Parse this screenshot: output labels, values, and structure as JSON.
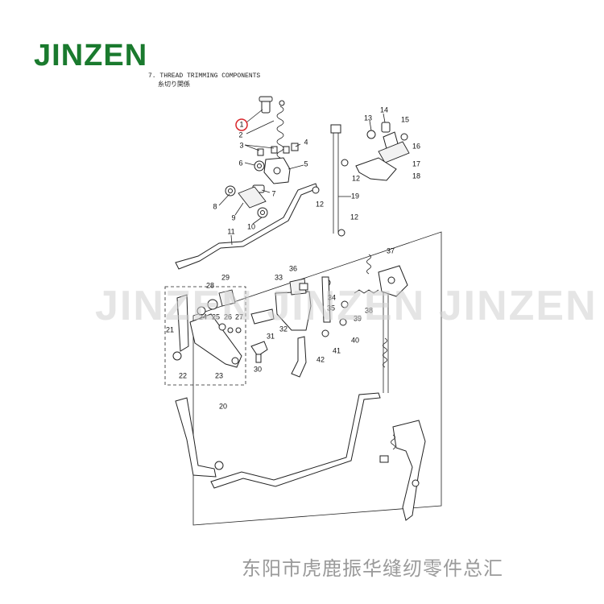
{
  "logo": {
    "text": "JINZEN",
    "color": "#1a7a2e"
  },
  "header": {
    "title_en": "7.  THREAD TRIMMING COMPONENTS",
    "title_jp": "糸切り関係"
  },
  "watermark": {
    "text": "JINZEN JINZEN JINZEN",
    "color": "#d0d0d0"
  },
  "footer": {
    "text": "东阳市虎鹿振华缝纫零件总汇",
    "color": "#9a9a9a"
  },
  "highlight": {
    "part": "1",
    "color": "#d9262b"
  },
  "parts": [
    {
      "label": "1"
    },
    {
      "label": "2"
    },
    {
      "label": "3"
    },
    {
      "label": "4"
    },
    {
      "label": "5"
    },
    {
      "label": "6"
    },
    {
      "label": "7"
    },
    {
      "label": "8"
    },
    {
      "label": "9"
    },
    {
      "label": "10"
    },
    {
      "label": "11"
    },
    {
      "label": "12"
    },
    {
      "label": "12"
    },
    {
      "label": "12"
    },
    {
      "label": "13"
    },
    {
      "label": "14"
    },
    {
      "label": "15"
    },
    {
      "label": "16"
    },
    {
      "label": "17"
    },
    {
      "label": "18"
    },
    {
      "label": "19"
    },
    {
      "label": "20"
    },
    {
      "label": "21"
    },
    {
      "label": "22"
    },
    {
      "label": "23"
    },
    {
      "label": "24"
    },
    {
      "label": "25"
    },
    {
      "label": "26"
    },
    {
      "label": "27"
    },
    {
      "label": "28"
    },
    {
      "label": "29"
    },
    {
      "label": "30"
    },
    {
      "label": "31"
    },
    {
      "label": "32"
    },
    {
      "label": "33"
    },
    {
      "label": "34"
    },
    {
      "label": "35"
    },
    {
      "label": "36"
    },
    {
      "label": "37"
    },
    {
      "label": "38"
    },
    {
      "label": "39"
    },
    {
      "label": "40"
    },
    {
      "label": "41"
    },
    {
      "label": "42"
    }
  ]
}
